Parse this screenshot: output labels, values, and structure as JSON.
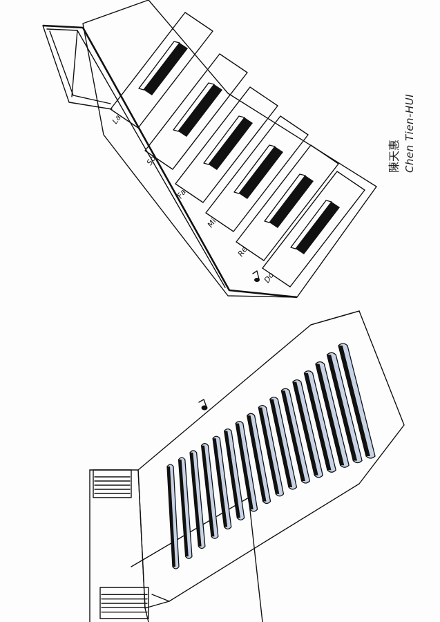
{
  "stair_labels": [
    "Do",
    "Re",
    "Mi",
    "Fa",
    "So",
    "La"
  ],
  "signature": {
    "name_cn": "陳天惠",
    "name_en": "Chen Tien-HUI"
  },
  "colors": {
    "ink": "#111111",
    "highlight": "#f6ec3a",
    "key_blue": "#c9d3e6",
    "paper": "#fdfdfd"
  }
}
